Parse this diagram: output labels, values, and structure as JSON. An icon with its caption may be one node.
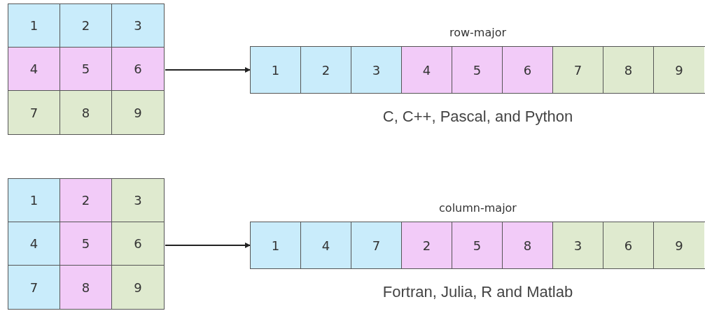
{
  "diagram": {
    "nodes": [
      {
        "text": [],
        "shape": "box"
      },
      {
        "text": [
          "1"
        ],
        "in": 0
      },
      {
        "text": [
          "2"
        ],
        "in": 0
      },
      {
        "text": [
          "3"
        ],
        "in": 0
      },
      {
        "text": [
          "4"
        ],
        "in": 0
      },
      {
        "text": [
          "5"
        ],
        "in": 0
      },
      {
        "text": [
          "6"
        ],
        "in": 0
      },
      {
        "text": [
          "7"
        ],
        "in": 0
      },
      {
        "text": [
          "8"
        ],
        "in": 0
      },
      {
        "text": [
          "9"
        ],
        "in": 0
      },
      {
        "text": [
          "row-major"
        ],
        "beside": [
          "C, C++, Pascal, and Python"
        ]
      },
      {
        "text": [
          "1"
        ],
        "in": 10
      },
      {
        "text": [
          "2"
        ],
        "in": 10
      },
      {
        "text": [
          "3"
        ],
        "in": 10
      },
      {
        "text": [
          "4"
        ],
        "in": 10
      },
      {
        "text": [
          "5"
        ],
        "in": 10
      },
      {
        "text": [
          "6"
        ],
        "in": 10
      },
      {
        "text": [
          "7"
        ],
        "in": 10
      },
      {
        "text": [
          "8"
        ],
        "in": 10
      },
      {
        "text": [
          "9"
        ],
        "in": 10
      },
      {
        "text": [],
        "shape": "box"
      },
      {
        "text": [
          "1"
        ],
        "in": 20
      },
      {
        "text": [
          "2"
        ],
        "in": 20
      },
      {
        "text": [
          "3"
        ],
        "in": 20
      },
      {
        "text": [
          "4"
        ],
        "in": 20
      },
      {
        "text": [
          "5"
        ],
        "in": 20
      },
      {
        "text": [
          "6"
        ],
        "in": 20
      },
      {
        "text": [
          "7"
        ],
        "in": 20
      },
      {
        "text": [
          "8"
        ],
        "in": 20
      },
      {
        "text": [
          "9"
        ],
        "in": 20
      },
      {
        "text": [
          "column-major"
        ],
        "beside": [
          "Fortran, Julia, R and Matlab"
        ]
      },
      {
        "text": [
          "1"
        ],
        "in": 30
      },
      {
        "text": [
          "4"
        ],
        "in": 30
      },
      {
        "text": [
          "7"
        ],
        "in": 30
      },
      {
        "text": [
          "2"
        ],
        "in": 30
      },
      {
        "text": [
          "5"
        ],
        "in": 30
      },
      {
        "text": [
          "8"
        ],
        "in": 30
      },
      {
        "text": [
          "3"
        ],
        "in": 30
      },
      {
        "text": [
          "6"
        ],
        "in": 30
      },
      {
        "text": [
          "9"
        ],
        "in": 30
      }
    ],
    "edges": [
      {
        "from": 0,
        "to": 10,
        "arrow": "to"
      },
      {
        "from": 20,
        "to": 30,
        "arrow": "to"
      }
    ]
  }
}
